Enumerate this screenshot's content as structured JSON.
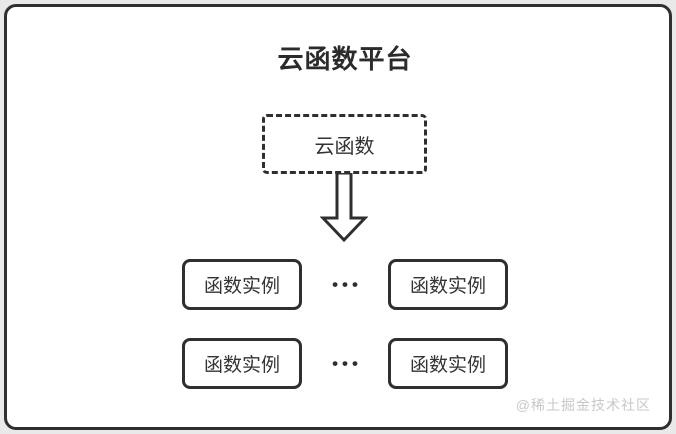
{
  "diagram": {
    "title": "云函数平台",
    "cloud_function": {
      "label": "云函数"
    },
    "arrow_icon": "down-arrow",
    "instance_rows": [
      {
        "left": "函数实例",
        "ellipsis": "•••",
        "right": "函数实例"
      },
      {
        "left": "函数实例",
        "ellipsis": "•••",
        "right": "函数实例"
      }
    ],
    "watermark": "@稀土掘金技术社区",
    "colors": {
      "stroke": "#2f2f2f",
      "text": "#333333",
      "panel_background": "#ffffff",
      "page_background": "#e9e9e9",
      "watermark_text": "#c8c8c8"
    }
  }
}
